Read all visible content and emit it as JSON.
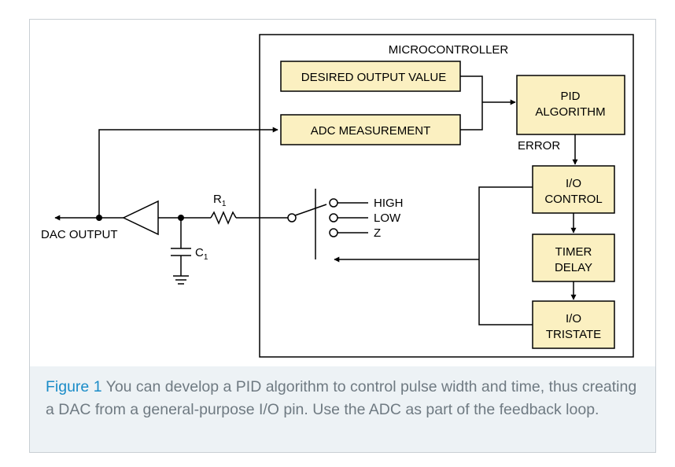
{
  "diagram": {
    "microcontroller_label": "MICROCONTROLLER",
    "blocks": {
      "desired": "DESIRED OUTPUT VALUE",
      "adc": "ADC MEASUREMENT",
      "pid_line1": "PID",
      "pid_line2": "ALGORITHM",
      "io_line1": "I/O",
      "io_line2": "CONTROL",
      "timer_line1": "TIMER",
      "timer_line2": "DELAY",
      "tristate_line1": "I/O",
      "tristate_line2": "TRISTATE"
    },
    "error_label": "ERROR",
    "switch_positions": [
      "HIGH",
      "LOW",
      "Z"
    ],
    "resistor_label": "R",
    "resistor_sub": "1",
    "capacitor_label": "C",
    "capacitor_sub": "1",
    "output_label": "DAC OUTPUT",
    "block_fill": "#fbf0c1"
  },
  "caption": {
    "figure_label": "Figure 1",
    "text": " You can develop a PID algorithm to control pulse width and time, thus creating a DAC from a general-purpose I/O pin. Use the ADC as part of the feedback loop.",
    "label_color": "#1a8cc8"
  }
}
